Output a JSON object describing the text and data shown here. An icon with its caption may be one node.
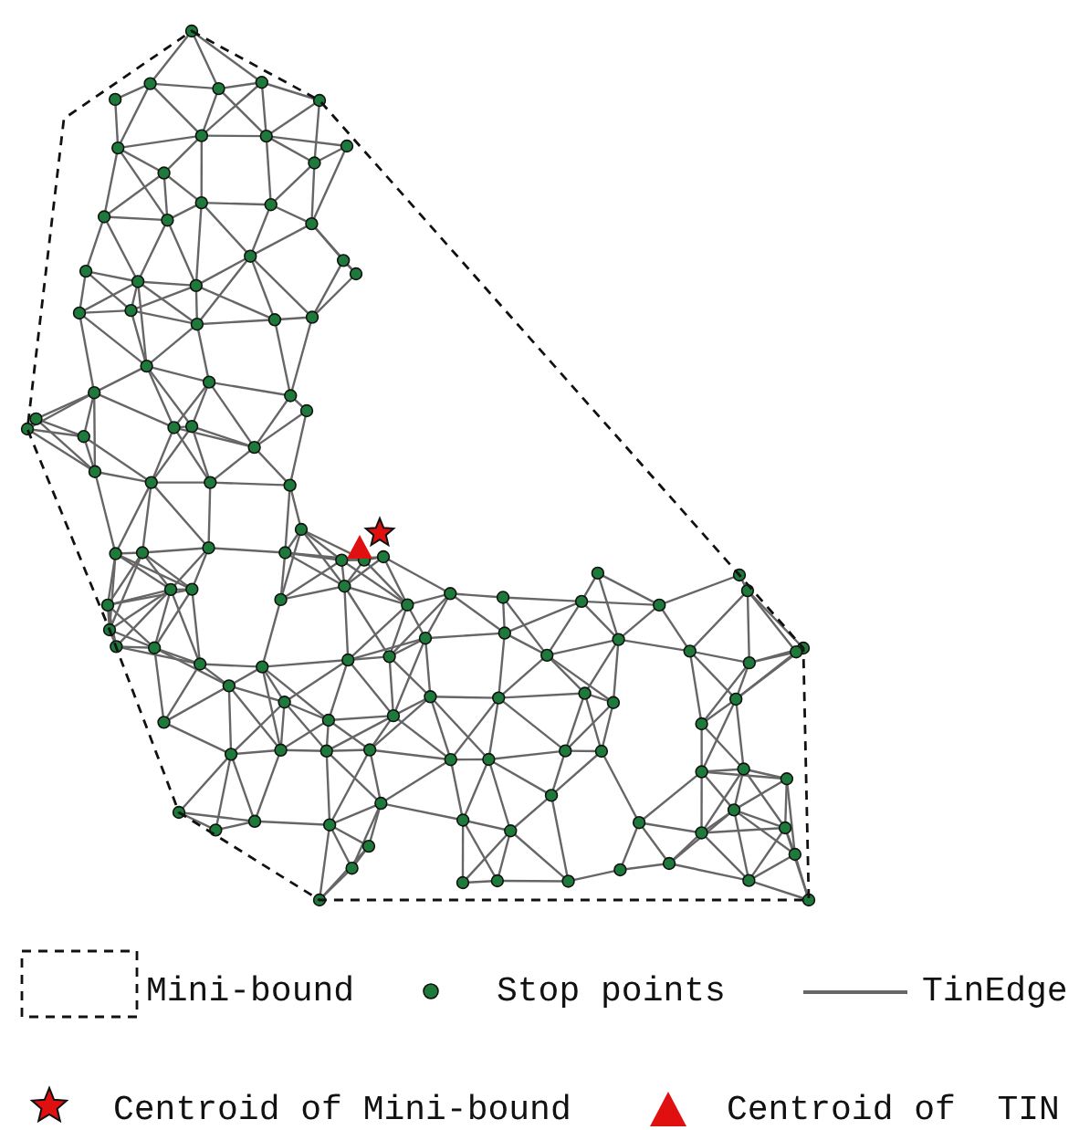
{
  "diagram": {
    "legend": [
      {
        "text": "Mini-bound"
      },
      {
        "text": "Stop points"
      },
      {
        "text": "TinEdge"
      },
      {
        "text": "Centroid of Mini-bound"
      },
      {
        "text": "Centroid of  TIN"
      }
    ]
  }
}
